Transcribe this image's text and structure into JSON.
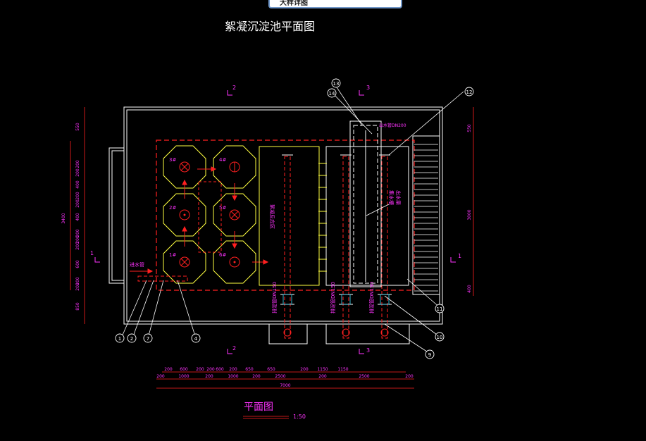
{
  "tab_label": "大样详图",
  "drawing_title": "絮凝沉淀池平面图",
  "plan_title": "平面图",
  "plan_scale": "1:50",
  "section_marks": [
    "1",
    "1",
    "2",
    "2",
    "3",
    "3"
  ],
  "tanks": [
    "1#",
    "2#",
    "3#",
    "4#",
    "5#",
    "6#"
  ],
  "callouts": [
    "1",
    "2",
    "7",
    "4",
    "9",
    "10",
    "11",
    "12",
    "13",
    "14"
  ],
  "inlet_label": "进水管",
  "pipe_labels": [
    "排泥管DN150",
    "排泥管DN150",
    "排泥管DN150"
  ],
  "tube_settler_label": "絮凝反应区",
  "overflow_label": "集水槽",
  "weir_label": "出水渠",
  "outlet_label": "出水管DN200",
  "dims_bottom_row1": [
    "200",
    "600",
    "200",
    "200",
    "600",
    "200",
    "650",
    "650",
    "200",
    "1150",
    "1150"
  ],
  "dims_bottom_row2": [
    "200",
    "1000",
    "200",
    "1000",
    "200",
    "2500",
    "200",
    "2500",
    "200"
  ],
  "dims_bottom_total": "7000",
  "dims_left": [
    "850",
    "200",
    "200",
    "600",
    "200",
    "200",
    "200",
    "400",
    "200",
    "200",
    "400",
    "200",
    "200",
    "550"
  ],
  "dims_left_total": "3400",
  "dims_right": [
    "550",
    "3000",
    "400"
  ],
  "colors": {
    "background": "#000000",
    "white": "#ffffff",
    "red": "#ff2020",
    "yellow": "#ffff40",
    "magenta": "#ff33ff",
    "cyan": "#40e0ff"
  }
}
